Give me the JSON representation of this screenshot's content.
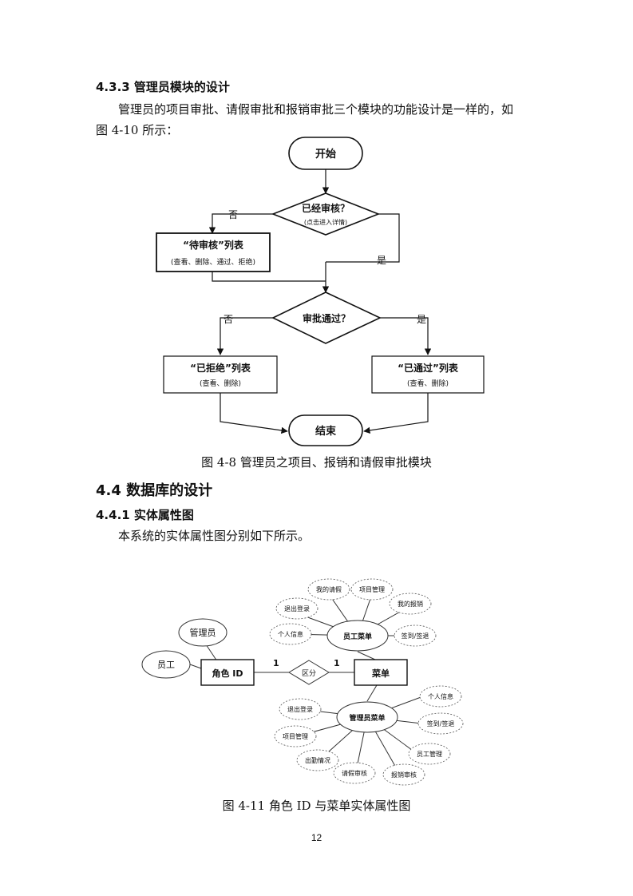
{
  "section_433": {
    "heading": "4.3.3 管理员模块的设计"
  },
  "para1": {
    "line1": "管理员的项目审批、请假审批和报销审批三个模块的功能设计是一样的，如",
    "line2": "图 4-10 所示："
  },
  "flowchart": {
    "start": "开始",
    "decision1_line1": "已经审核？",
    "decision1_line2": "(点击进入详情)",
    "no1": "否",
    "yes1": "是",
    "pending_line1": "“待审核”列表",
    "pending_line2": "(查看、删除、通过、拒绝)",
    "decision2": "审批通过？",
    "no2": "否",
    "yes2": "是",
    "rejected_line1": "“已拒绝”列表",
    "rejected_line2": "(查看、删除)",
    "approved_line1": "“已通过”列表",
    "approved_line2": "(查看、删除)",
    "end": "结束"
  },
  "caption1": "图 4-8 管理员之项目、报销和请假审批模块",
  "section_44": {
    "heading": "4.4 数据库的设计"
  },
  "section_441": {
    "heading": "4.4.1 实体属性图"
  },
  "para2": "本系统的实体属性图分别如下所示。",
  "er": {
    "admin": "管理员",
    "employee": "员工",
    "role_id": "角色 ID",
    "rel": "区分",
    "one_left": "1",
    "one_right": "1",
    "menu": "菜单",
    "emp_menu": "员工菜单",
    "emp_items": {
      "my_leave": "我的请假",
      "project_mgmt": "项目管理",
      "logout": "退出登录",
      "my_reimb": "我的报销",
      "personal_info": "个人信息",
      "sign": "签到/签退"
    },
    "admin_menu": "管理员菜单",
    "admin_items": {
      "personal_info": "个人信息",
      "logout": "退出登录",
      "sign": "签到/签退",
      "project_mgmt": "项目管理",
      "emp_mgmt": "员工管理",
      "attendance": "出勤情况",
      "leave_review": "请假审核",
      "reimb_review": "报销审核"
    }
  },
  "caption2": "图 4-11 角色 ID 与菜单实体属性图",
  "page_number": "12"
}
